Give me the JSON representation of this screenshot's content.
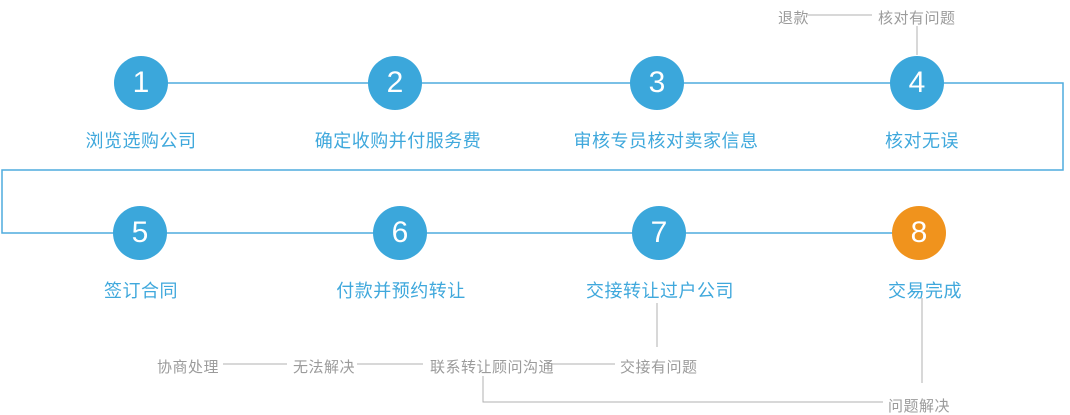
{
  "colors": {
    "step_blue": "#3BA7DB",
    "step_orange": "#F0931D",
    "label_blue": "#3FA8DC",
    "flow_line_blue": "#4FACDE",
    "gray_text": "#9B9B9B",
    "gray_line": "#B1B1B1"
  },
  "steps": [
    {
      "number": "1",
      "label": "浏览选购公司"
    },
    {
      "number": "2",
      "label": "确定收购并付服务费"
    },
    {
      "number": "3",
      "label": "审核专员核对卖家信息"
    },
    {
      "number": "4",
      "label": "核对无误"
    },
    {
      "number": "5",
      "label": "签订合同"
    },
    {
      "number": "6",
      "label": "付款并预约转让"
    },
    {
      "number": "7",
      "label": "交接转让过户公司"
    },
    {
      "number": "8",
      "label": "交易完成"
    }
  ],
  "annotations": {
    "refund": "退款",
    "verify_problem": "核对有问题",
    "negotiate": "协商处理",
    "cannot_resolve": "无法解决",
    "contact_consultant": "联系转让顾问沟通",
    "handover_problem": "交接有问题",
    "problem_solved": "问题解决"
  }
}
